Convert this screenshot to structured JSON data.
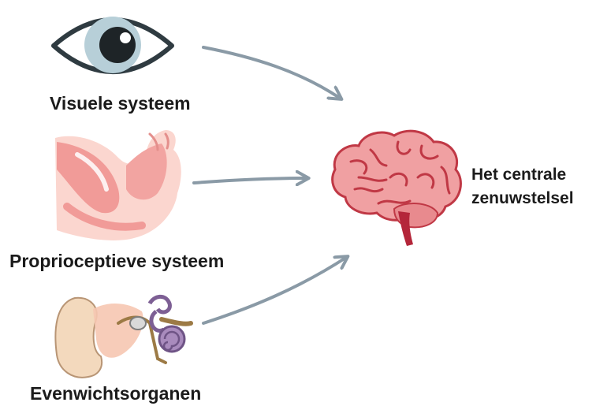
{
  "sources": [
    {
      "label": "Visuele systeem",
      "icon": "eye-icon"
    },
    {
      "label": "Proprioceptieve systeem",
      "icon": "arm-muscle-icon"
    },
    {
      "label": "Evenwichtsorganen",
      "icon": "inner-ear-icon"
    }
  ],
  "target": {
    "line1": "Het centrale",
    "line2": "zenuwstelsel",
    "icon": "brain-icon"
  },
  "colors": {
    "arrow": "#8a9aa6",
    "eye_iris": "#b7cfd8",
    "eye_outline": "#2f3b41",
    "muscle": "#f19b98",
    "skin": "#fbd6cf",
    "brain": "#f0a0a2",
    "brain_lines": "#c03845",
    "ear_skin": "#f3d9bd",
    "cochlea": "#a98bbd"
  }
}
